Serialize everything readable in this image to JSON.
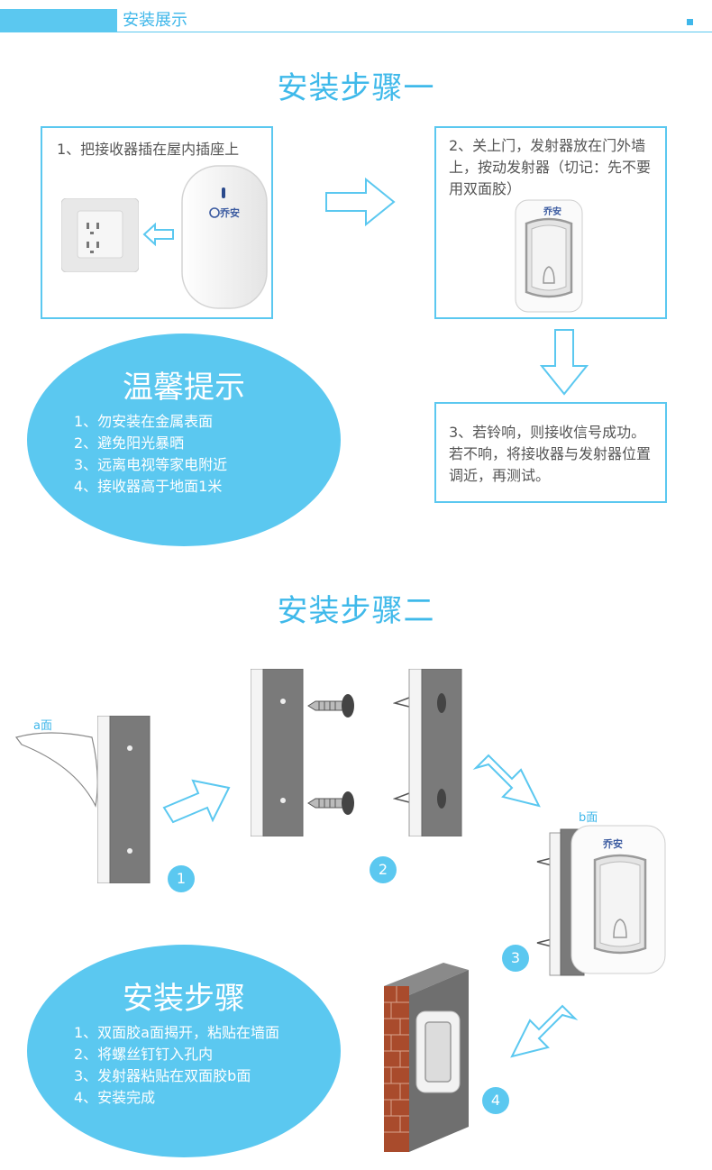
{
  "header": {
    "title": "安装展示"
  },
  "step1": {
    "title": "安装步骤一",
    "box1_text": "1、把接收器插在屋内插座上",
    "box2_text": "2、关上门，发射器放在门外墙上，按动发射器（切记：先不要用双面胶）",
    "box3_text": "3、若铃响，则接收信号成功。若不响，将接收器与发射器位置调近，再测试。",
    "brand": "乔安"
  },
  "tips": {
    "title": "温馨提示",
    "items": [
      "1、勿安装在金属表面",
      "2、避免阳光暴晒",
      "3、远离电视等家电附近",
      "4、接收器高于地面1米"
    ]
  },
  "step2": {
    "title": "安装步骤二",
    "label_a": "a面",
    "label_b": "b面",
    "nums": [
      "1",
      "2",
      "3",
      "4"
    ],
    "brand": "乔安"
  },
  "install": {
    "title": "安装步骤",
    "items": [
      "1、双面胶a面揭开，粘贴在墙面",
      "2、将螺丝钉钉入孔内",
      "3、发射器粘贴在双面胶b面",
      "4、安装完成"
    ]
  },
  "colors": {
    "accent": "#5bc8f0",
    "title": "#3fb9ea"
  }
}
